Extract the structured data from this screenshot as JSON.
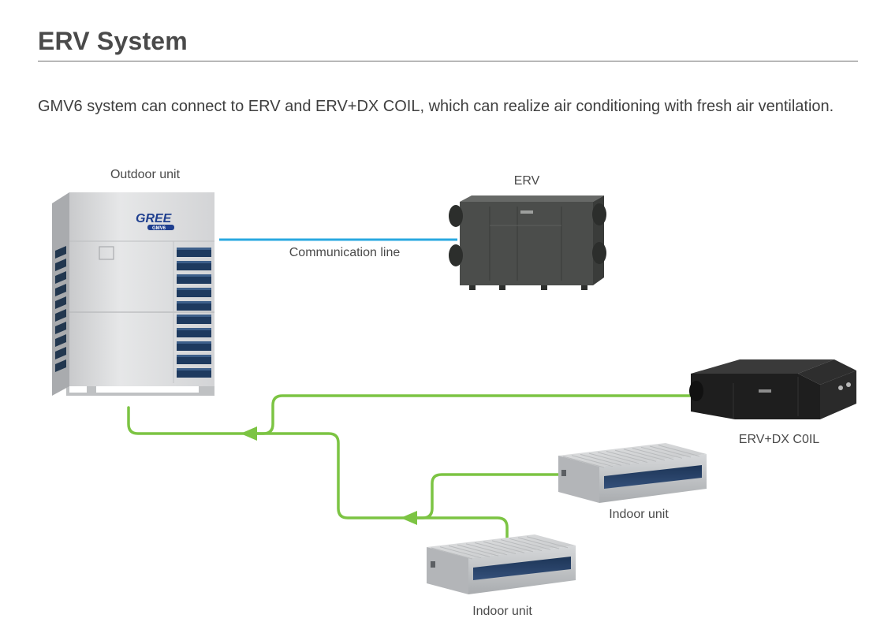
{
  "page": {
    "title": "ERV System",
    "intro": "GMV6 system can connect to ERV and ERV+DX COIL, which can realize air conditioning with fresh air ventilation."
  },
  "diagram": {
    "labels": {
      "outdoor_unit": "Outdoor unit",
      "erv": "ERV",
      "communication_line": "Communication line",
      "erv_dx_coil": "ERV+DX C0IL",
      "indoor_unit_upper": "Indoor unit",
      "indoor_unit_lower": "Indoor unit"
    },
    "outdoor_brand_logo": "GREE",
    "outdoor_brand_badge": "GMV6",
    "colors": {
      "communication_line": "#29a8e0",
      "refrigerant_pipe": "#7cc443",
      "outdoor_unit_body": "#d9dadc",
      "erv_body": "#4b4d4b",
      "erv_dx_body": "#222222",
      "indoor_unit_body": "#cfd1d3"
    }
  }
}
